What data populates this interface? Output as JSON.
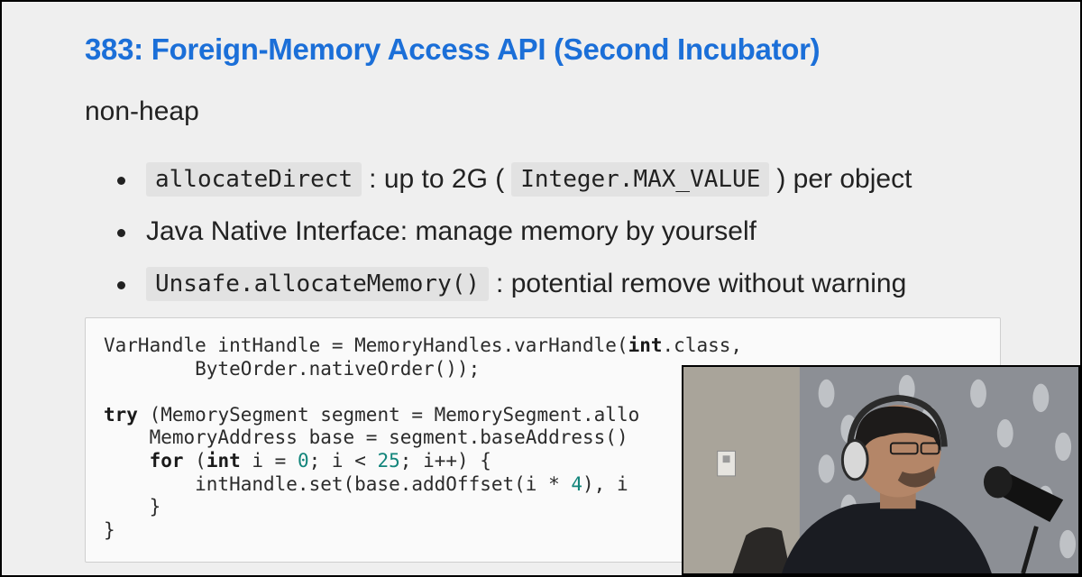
{
  "slide": {
    "title": "383: Foreign-Memory Access API (Second Incubator)",
    "subtitle": "non-heap",
    "bullets": [
      {
        "code": "allocateDirect",
        "text_a": ": up to 2G (",
        "code2": "Integer.MAX_VALUE",
        "text_b": ") per object"
      },
      {
        "text": "Java Native Interface: manage memory by yourself"
      },
      {
        "code": "Unsafe.allocateMemory()",
        "text": ": potential remove without warning"
      }
    ],
    "code": {
      "line1_a": "VarHandle intHandle = MemoryHandles.varHandle(",
      "line1_kw": "int",
      "line1_b": ".class,",
      "line2": "        ByteOrder.nativeOrder());",
      "line4_kw": "try",
      "line4_b": " (MemorySegment segment = MemorySegment.allo",
      "line5": "    MemoryAddress base = segment.baseAddress()",
      "line6_kw1": "for",
      "line6_a": " (",
      "line6_kw2": "int",
      "line6_b": " i = ",
      "line6_n1": "0",
      "line6_c": "; i < ",
      "line6_n2": "25",
      "line6_d": "; i++) {",
      "line7_a": "        intHandle.set(base.addOffset(i * ",
      "line7_n": "4",
      "line7_b": "), i",
      "line8": "    }",
      "line9": "}"
    }
  },
  "webcam": {
    "label": "presenter-video"
  }
}
